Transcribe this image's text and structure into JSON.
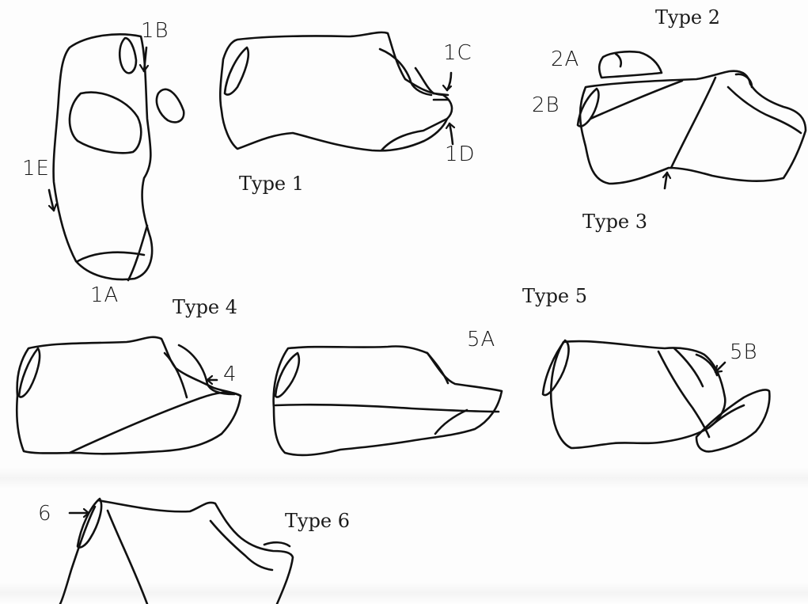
{
  "captions": {
    "type1": "Type 1",
    "type2": "Type 2",
    "type3": "Type 3",
    "type4": "Type 4",
    "type5": "Type 5",
    "type6": "Type 6"
  },
  "labels": {
    "l1A": "1A",
    "l1B": "1B",
    "l1C": "1C",
    "l1D": "1D",
    "l1E": "1E",
    "l2A": "2A",
    "l2B": "2B",
    "l4": "4",
    "l5A": "5A",
    "l5B": "5B",
    "l6": "6"
  },
  "colors": {
    "ink": "#111111",
    "paper": "#fdfdfd"
  }
}
